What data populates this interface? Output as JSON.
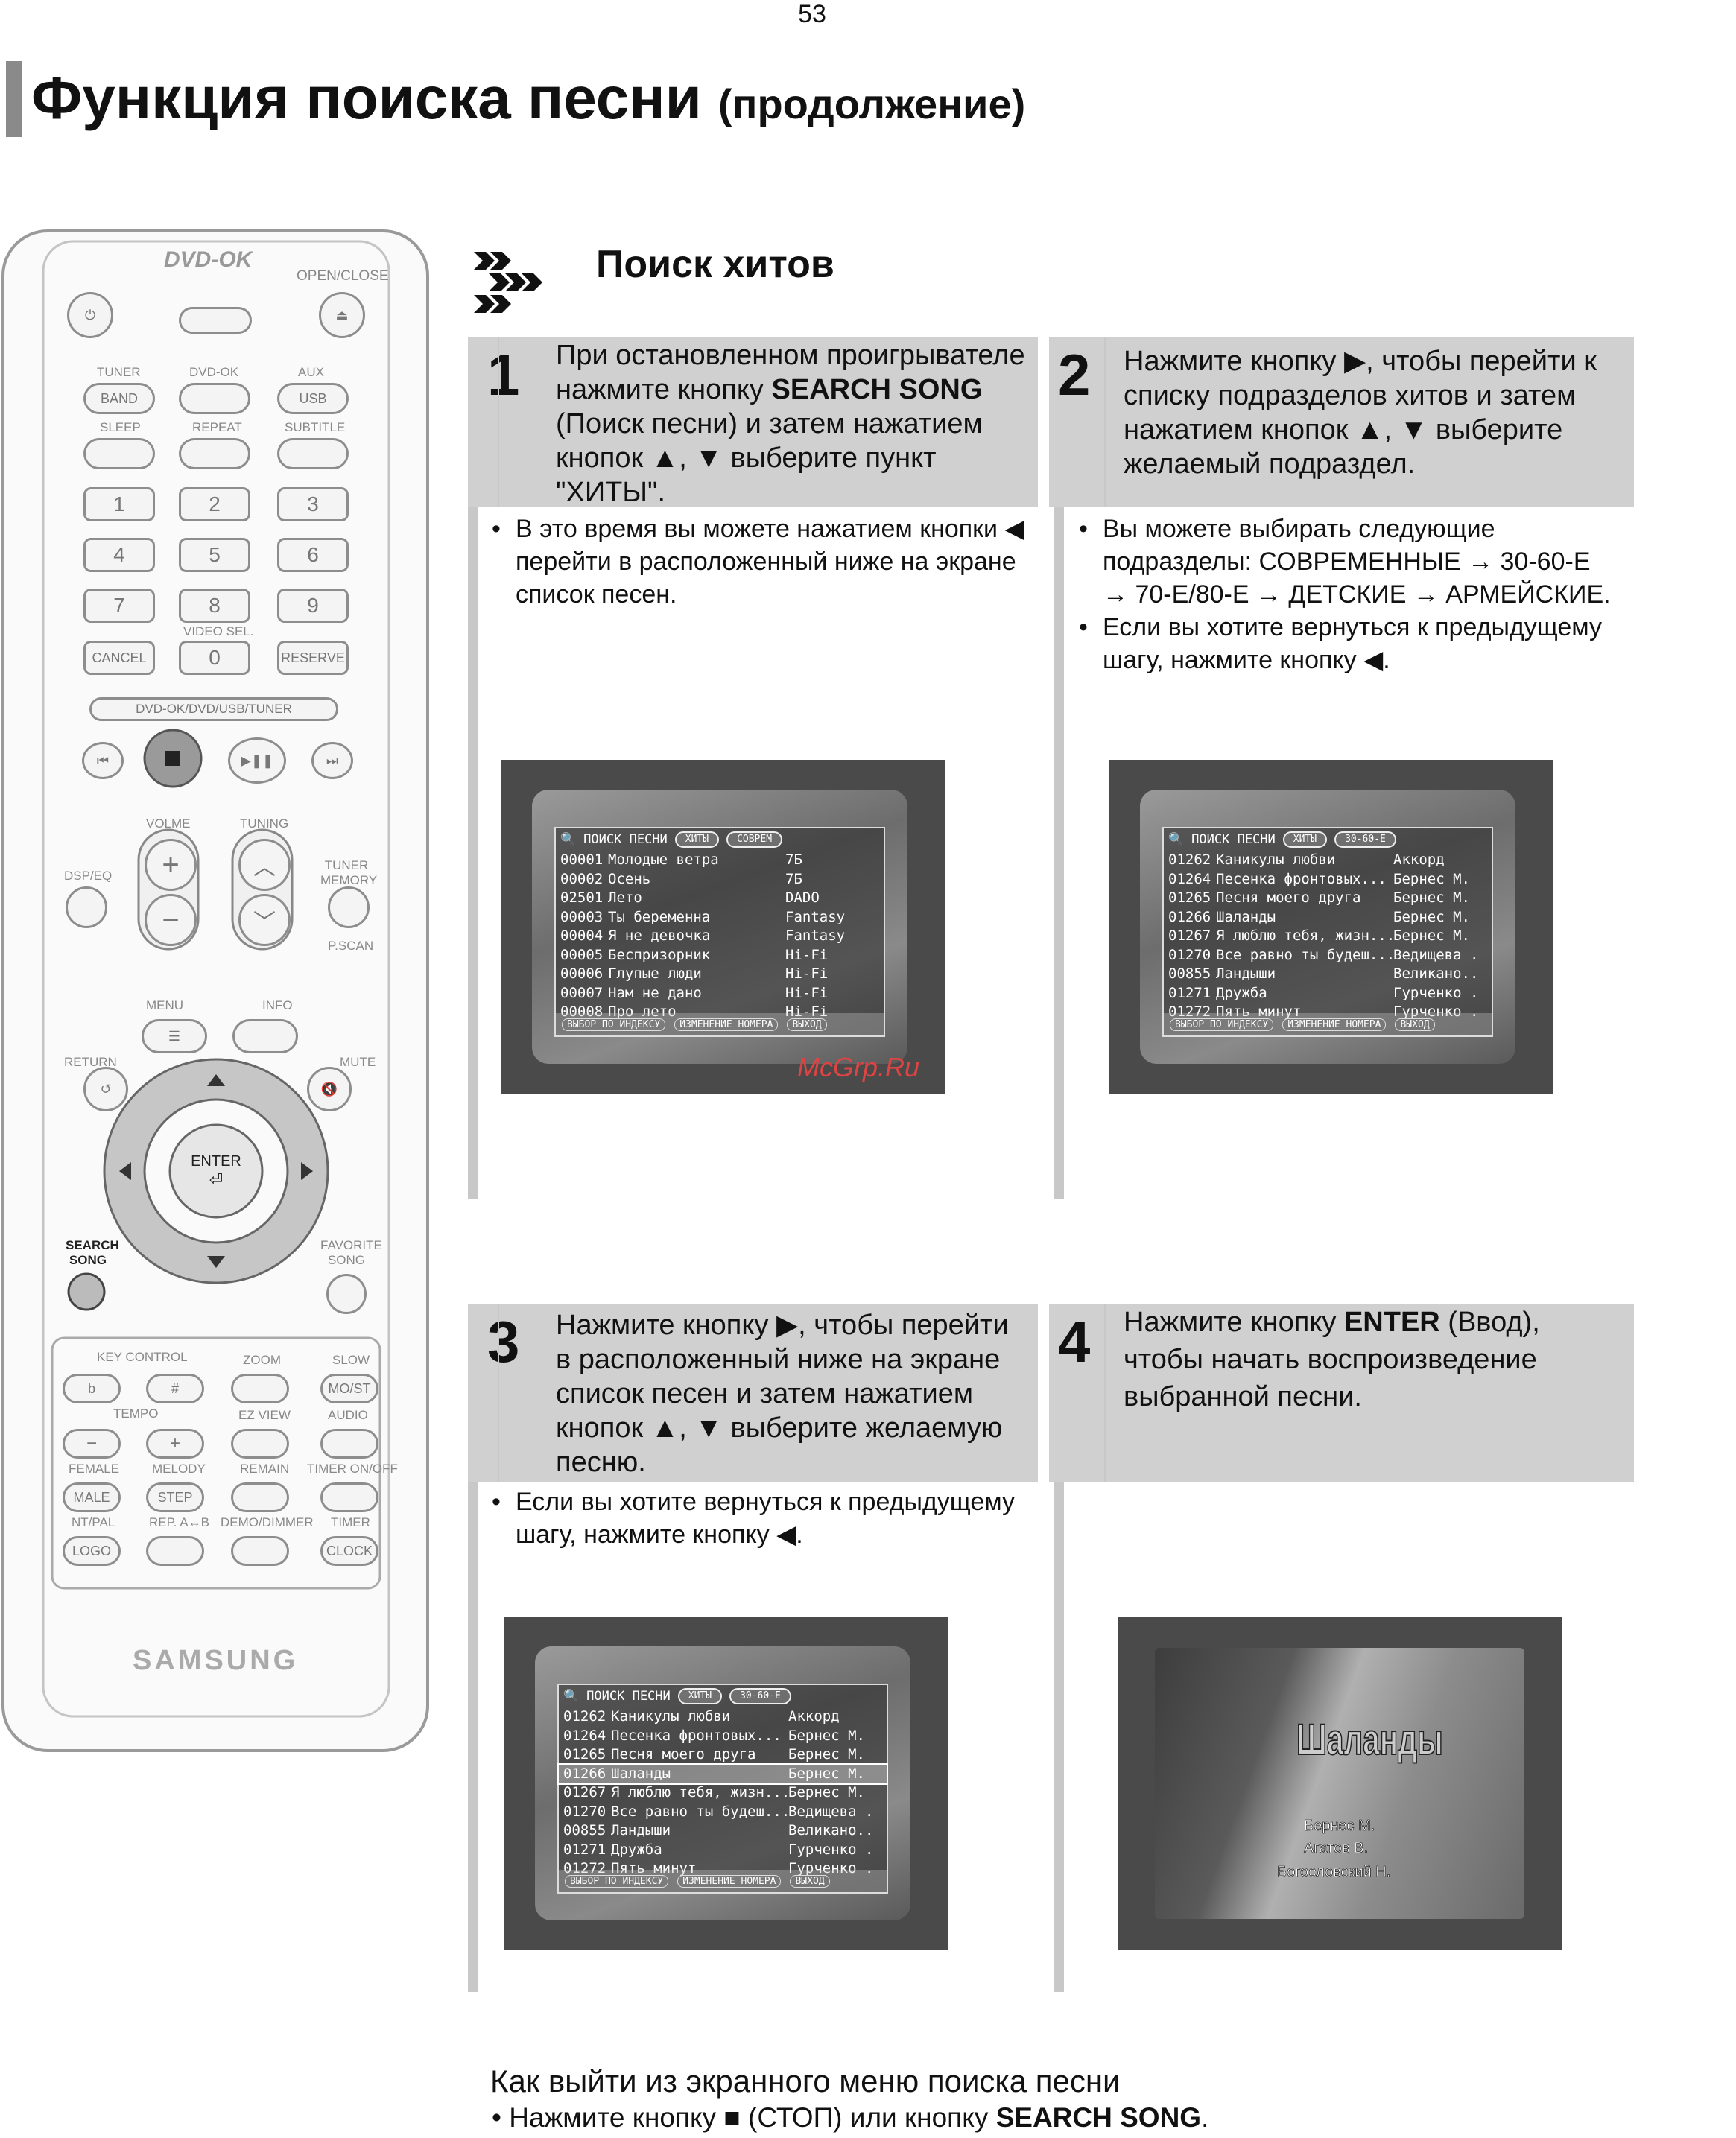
{
  "page_number": "53",
  "title": {
    "main": "Функция поиска песни",
    "sub": "(продолжение)"
  },
  "section_title": "Поиск хитов",
  "remote": {
    "logo": "DVD-OK",
    "brand": "SAMSUNG",
    "labels": {
      "open_close": "OPEN/CLOSE",
      "tuner": "TUNER",
      "band": "BAND",
      "dvd_ok": "DVD-OK",
      "aux": "AUX",
      "usb": "USB",
      "sleep": "SLEEP",
      "repeat": "REPEAT",
      "subtitle": "SUBTITLE",
      "digits": [
        "1",
        "2",
        "3",
        "4",
        "5",
        "6",
        "7",
        "8",
        "9"
      ],
      "cancel": "CANCEL",
      "video_sel": "VIDEO SEL.",
      "zero": "0",
      "reserve": "RESERVE",
      "mode_bar": "DVD-OK/DVD/USB/TUNER",
      "volume": "VOLME",
      "tuning": "TUNING",
      "dsp_eq": "DSP/EQ",
      "tuner_memory": "TUNER MEMORY",
      "pscan": "P.SCAN",
      "menu": "MENU",
      "info": "INFO",
      "return": "RETURN",
      "mute": "MUTE",
      "enter": "ENTER",
      "search_song": "SEARCH SONG",
      "favorite_song": "FAVORITE SONG",
      "key_control": "KEY CONTROL",
      "zoom": "ZOOM",
      "slow": "SLOW",
      "flat": "b",
      "sharp": "#",
      "mo_st": "MO/ST",
      "tempo": "TEMPO",
      "ez_view": "EZ VIEW",
      "audio": "AUDIO",
      "minus": "−",
      "plus": "+",
      "female": "FEMALE",
      "melody": "MELODY",
      "remain": "REMAIN",
      "timer_onoff": "TIMER ON/OFF",
      "male": "MALE",
      "step": "STEP",
      "nt_pal": "NT/PAL",
      "rep_ab": "REP. A↔B",
      "demo_dimmer": "DEMO/DIMMER",
      "timer": "TIMER",
      "logo_btn": "LOGO",
      "clock": "CLOCK"
    }
  },
  "steps": [
    {
      "number": "1",
      "text_parts": [
        "При остановленном проигрывателе нажмите кнопку ",
        "SEARCH SONG",
        " (Поиск песни) и затем нажатием кнопок ▲, ▼ выберите пункт \"ХИТЫ\"."
      ],
      "bullets": [
        "В это время вы можете нажатием кнопки ◀ перейти в расположенный ниже на экране список песен."
      ]
    },
    {
      "number": "2",
      "text_parts": [
        "Нажмите кнопку ▶, чтобы перейти к списку подразделов хитов и затем нажатием кнопок ▲, ▼ выберите желаемый подраздел."
      ],
      "bullets": [
        "Вы можете выбирать следующие подразделы: СОВРЕМЕННЫЕ → 30-60-Е → 70-Е/80-Е → ДЕТСКИЕ → АРМЕЙСКИЕ.",
        "Если вы хотите вернуться к предыдущему шагу, нажмите кнопку ◀."
      ]
    },
    {
      "number": "3",
      "text_parts": [
        "Нажмите кнопку ▶, чтобы перейти в расположенный ниже на экране список песен и затем нажатием кнопок ▲, ▼ выберите желаемую песню."
      ],
      "bullets": [
        "Если вы хотите вернуться к предыдущему шагу, нажмите кнопку ◀."
      ]
    },
    {
      "number": "4",
      "text_parts": [
        "Нажмите кнопку ",
        "ENTER",
        " (Ввод), чтобы начать воспроизведение выбранной песни."
      ],
      "bullets": []
    }
  ],
  "screens": {
    "s1": {
      "header": "ПОИСК ПЕСНИ",
      "chips": [
        "ХИТЫ",
        "СОВРЕМ"
      ],
      "rows": [
        [
          "00001",
          "Молодые ветра",
          "7Б"
        ],
        [
          "00002",
          "Осень",
          "7Б"
        ],
        [
          "02501",
          "Лето",
          "DADO"
        ],
        [
          "00003",
          "Ты беременна",
          "Fantasy"
        ],
        [
          "00004",
          "Я не девочка",
          "Fantasy"
        ],
        [
          "00005",
          "Беспризорник",
          "Hi-Fi"
        ],
        [
          "00006",
          "Глупые люди",
          "Hi-Fi"
        ],
        [
          "00007",
          "Нам не дано",
          "Hi-Fi"
        ],
        [
          "00008",
          "Про лето",
          "Hi-Fi"
        ]
      ],
      "footer": [
        "ВЫБОР ПО ИНДЕКСУ",
        "ИЗМЕНЕНИЕ НОМЕРА",
        "ВЫХОД"
      ]
    },
    "s2": {
      "header": "ПОИСК ПЕСНИ",
      "chips": [
        "ХИТЫ",
        "30-60-Е"
      ],
      "rows": [
        [
          "01262",
          "Каникулы любви",
          "Аккорд"
        ],
        [
          "01264",
          "Песенка фронтовых...",
          "Бернес М."
        ],
        [
          "01265",
          "Песня моего друга",
          "Бернес М."
        ],
        [
          "01266",
          "Шаланды",
          "Бернес М."
        ],
        [
          "01267",
          "Я люблю тебя, жизн...",
          "Бернес М."
        ],
        [
          "01270",
          "Все равно ты будеш...",
          "Ведищева ..."
        ],
        [
          "00855",
          "Ландыши",
          "Великано..."
        ],
        [
          "01271",
          "Дружба",
          "Гурченко ..."
        ],
        [
          "01272",
          "Пять минут",
          "Гурченко ..."
        ]
      ],
      "footer": [
        "ВЫБОР ПО ИНДЕКСУ",
        "ИЗМЕНЕНИЕ НОМЕРА",
        "ВЫХОД"
      ]
    },
    "s3": {
      "header": "ПОИСК ПЕСНИ",
      "chips": [
        "ХИТЫ",
        "30-60-Е"
      ],
      "selected_row": 3,
      "rows": [
        [
          "01262",
          "Каникулы любви",
          "Аккорд"
        ],
        [
          "01264",
          "Песенка фронтовых...",
          "Бернес М."
        ],
        [
          "01265",
          "Песня моего друга",
          "Бернес М."
        ],
        [
          "01266",
          "Шаланды",
          "Бернес М."
        ],
        [
          "01267",
          "Я люблю тебя, жизн...",
          "Бернес М."
        ],
        [
          "01270",
          "Все равно ты будеш...",
          "Ведищева ..."
        ],
        [
          "00855",
          "Ландыши",
          "Великано..."
        ],
        [
          "01271",
          "Дружба",
          "Гурченко ..."
        ],
        [
          "01272",
          "Пять минут",
          "Гурченко ..."
        ]
      ],
      "footer": [
        "ВЫБОР ПО ИНДЕКСУ",
        "ИЗМЕНЕНИЕ НОМЕРА",
        "ВЫХОД"
      ]
    },
    "s4": {
      "song_title": "Шаланды",
      "credits": [
        "Бернес М.",
        "Агатов В.",
        "Богословский Н."
      ]
    }
  },
  "watermark": "McGrp.Ru",
  "exit_note": {
    "heading": "Как выйти из экранного меню поиска песни",
    "parts": [
      "Нажмите кнопку ",
      "■",
      " (СТОП) или кнопку ",
      "SEARCH SONG",
      "."
    ]
  },
  "colors": {
    "step_header_bg": "#d0d0d0",
    "side_bar": "#c8c8c8",
    "title_bar": "#8a8a8a"
  }
}
